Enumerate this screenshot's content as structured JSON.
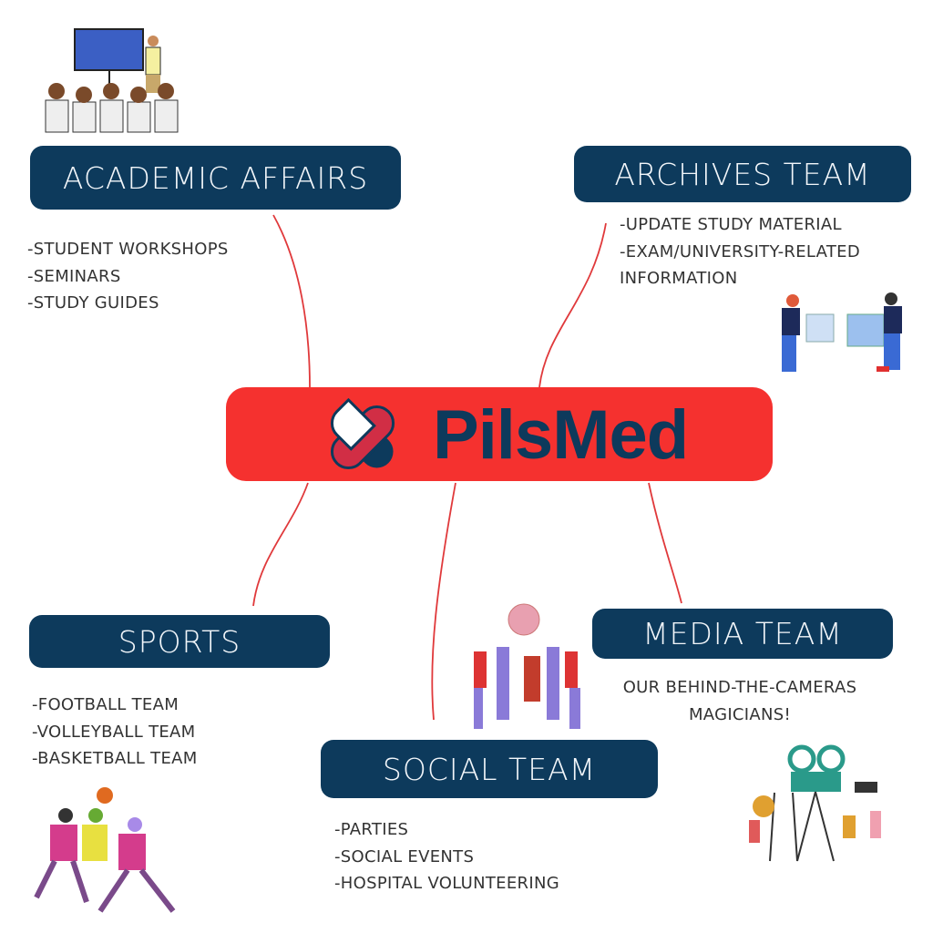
{
  "center": {
    "brand": "PilsMed"
  },
  "nodes": {
    "academic": {
      "title": "ACADEMIC AFFAIRS",
      "items": [
        "-STUDENT WORKSHOPS",
        "-SEMINARS",
        "-STUDY GUIDES"
      ]
    },
    "archives": {
      "title": "ARCHIVES TEAM",
      "items": [
        "-UPDATE STUDY MATERIAL",
        "-EXAM/UNIVERSITY-RELATED",
        "INFORMATION"
      ]
    },
    "sports": {
      "title": "SPORTS",
      "items": [
        "-FOOTBALL TEAM",
        "-VOLLEYBALL TEAM",
        "-BASKETBALL TEAM"
      ]
    },
    "media": {
      "title": "MEDIA TEAM",
      "items": [
        "OUR BEHIND-THE-CAMERAS",
        "MAGICIANS!"
      ]
    },
    "social": {
      "title": "SOCIAL TEAM",
      "items": [
        "-PARTIES",
        "-SOCIAL EVENTS",
        "-HOSPITAL VOLUNTEERING"
      ]
    }
  },
  "colors": {
    "navy": "#0d3a5c",
    "red": "#f5312f",
    "heart_red": "#d12e45",
    "line": "#e0393b"
  }
}
